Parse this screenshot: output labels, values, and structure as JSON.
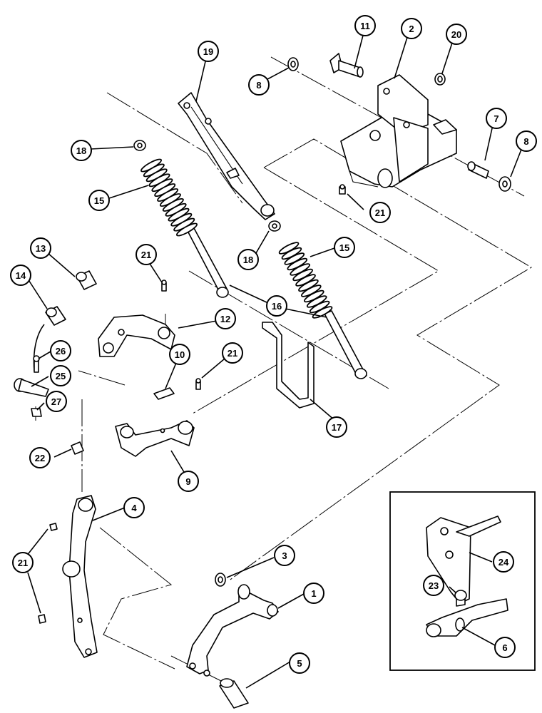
{
  "diagram": {
    "callouts": [
      {
        "id": "c1",
        "label": "1"
      },
      {
        "id": "c2",
        "label": "2"
      },
      {
        "id": "c3",
        "label": "3"
      },
      {
        "id": "c4",
        "label": "4"
      },
      {
        "id": "c5",
        "label": "5"
      },
      {
        "id": "c6",
        "label": "6"
      },
      {
        "id": "c7",
        "label": "7"
      },
      {
        "id": "c8a",
        "label": "8"
      },
      {
        "id": "c8b",
        "label": "8"
      },
      {
        "id": "c9",
        "label": "9"
      },
      {
        "id": "c10",
        "label": "10"
      },
      {
        "id": "c11",
        "label": "11"
      },
      {
        "id": "c12",
        "label": "12"
      },
      {
        "id": "c13",
        "label": "13"
      },
      {
        "id": "c14",
        "label": "14"
      },
      {
        "id": "c15a",
        "label": "15"
      },
      {
        "id": "c15b",
        "label": "15"
      },
      {
        "id": "c16",
        "label": "16"
      },
      {
        "id": "c17",
        "label": "17"
      },
      {
        "id": "c18a",
        "label": "18"
      },
      {
        "id": "c18b",
        "label": "18"
      },
      {
        "id": "c19",
        "label": "19"
      },
      {
        "id": "c20",
        "label": "20"
      },
      {
        "id": "c21a",
        "label": "21"
      },
      {
        "id": "c21b",
        "label": "21"
      },
      {
        "id": "c21c",
        "label": "21"
      },
      {
        "id": "c21d",
        "label": "21"
      },
      {
        "id": "c22",
        "label": "22"
      },
      {
        "id": "c23",
        "label": "23"
      },
      {
        "id": "c24",
        "label": "24"
      },
      {
        "id": "c25",
        "label": "25"
      },
      {
        "id": "c26",
        "label": "26"
      },
      {
        "id": "c27",
        "label": "27"
      }
    ]
  }
}
